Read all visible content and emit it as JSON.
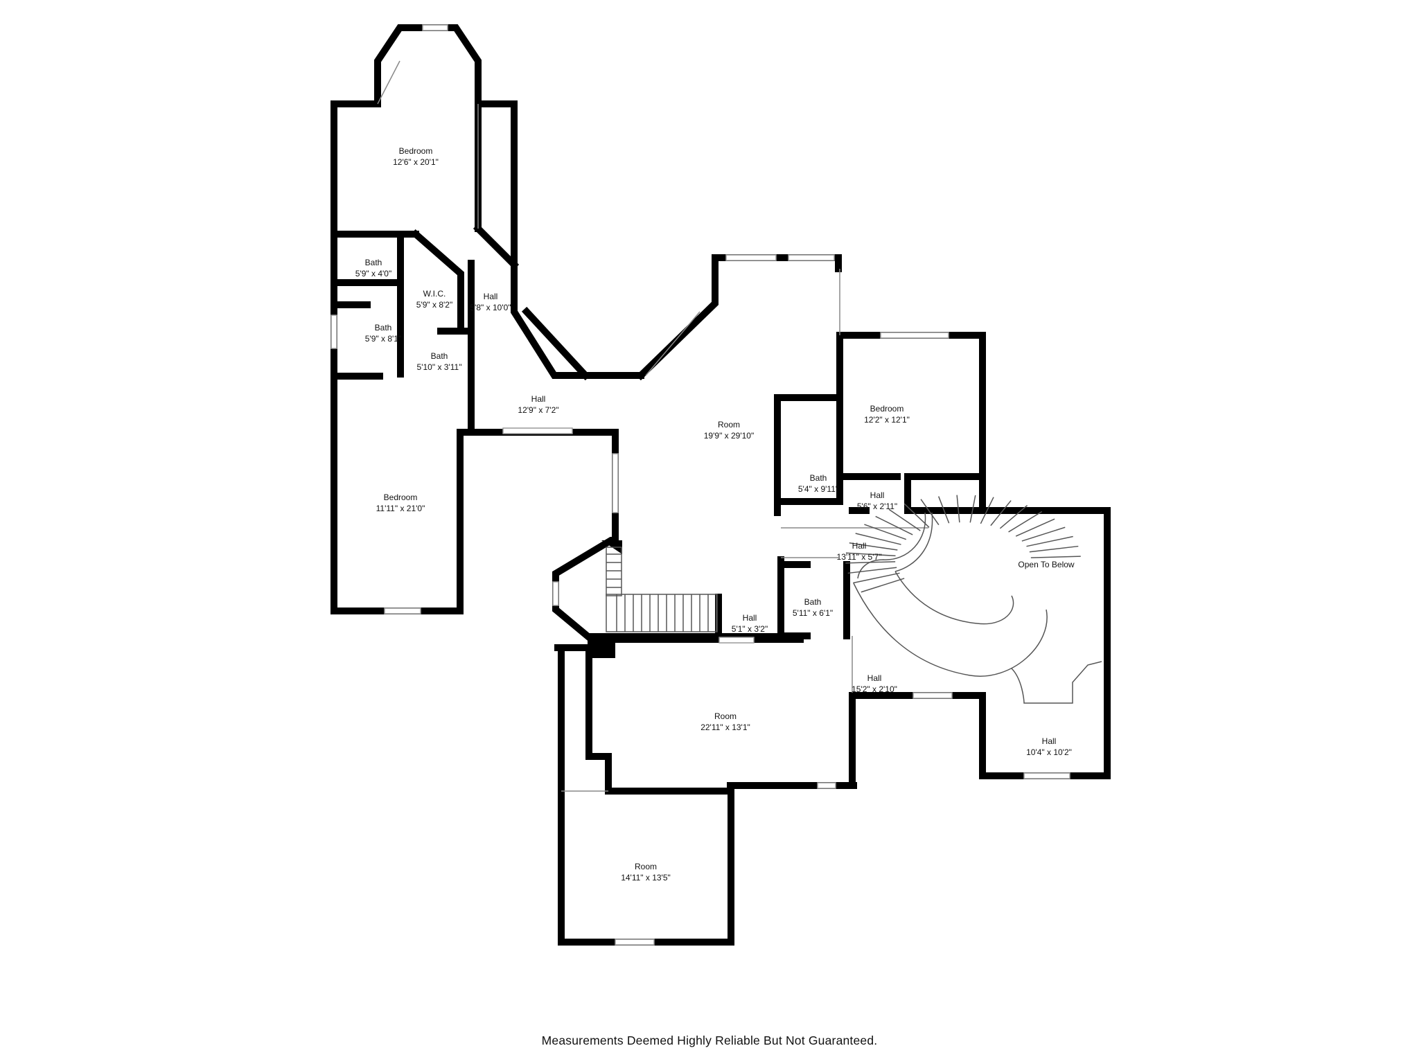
{
  "colors": {
    "wall": "#000000",
    "background": "#ffffff",
    "window": "#9a9a9a"
  },
  "rooms": [
    {
      "id": "bedroom-nw",
      "name": "Bedroom",
      "size": "12'6\" x 20'1\""
    },
    {
      "id": "bath-1",
      "name": "Bath",
      "size": "5'9\" x 4'0\""
    },
    {
      "id": "wic",
      "name": "W.I.C.",
      "size": "5'9\" x 8'2\""
    },
    {
      "id": "hall-1",
      "name": "Hall",
      "size": "5'8\" x 10'0\""
    },
    {
      "id": "bath-2",
      "name": "Bath",
      "size": "5'9\" x 8'1\""
    },
    {
      "id": "bath-3",
      "name": "Bath",
      "size": "5'10\" x 3'11\""
    },
    {
      "id": "hall-2",
      "name": "Hall",
      "size": "12'9\" x 7'2\""
    },
    {
      "id": "bedroom-w",
      "name": "Bedroom",
      "size": "11'11\" x 21'0\""
    },
    {
      "id": "room-main",
      "name": "Room",
      "size": "19'9\" x 29'10\""
    },
    {
      "id": "bedroom-e",
      "name": "Bedroom",
      "size": "12'2\" x 12'1\""
    },
    {
      "id": "bath-4",
      "name": "Bath",
      "size": "5'4\" x 9'11\""
    },
    {
      "id": "hall-3",
      "name": "Hall",
      "size": "5'6\" x 2'11\""
    },
    {
      "id": "hall-4",
      "name": "Hall",
      "size": "13'11\" x 5'7\""
    },
    {
      "id": "open-below",
      "name": "Open To Below",
      "size": ""
    },
    {
      "id": "bath-5",
      "name": "Bath",
      "size": "5'11\" x 6'1\""
    },
    {
      "id": "hall-5",
      "name": "Hall",
      "size": "5'1\" x 3'2\""
    },
    {
      "id": "hall-6",
      "name": "Hall",
      "size": "15'2\" x 2'10\""
    },
    {
      "id": "room-s",
      "name": "Room",
      "size": "22'11\" x 13'1\""
    },
    {
      "id": "hall-7",
      "name": "Hall",
      "size": "10'4\" x 10'2\""
    },
    {
      "id": "room-sw",
      "name": "Room",
      "size": "14'11\" x 13'5\""
    }
  ],
  "footer": {
    "disclaimer": "Measurements Deemed Highly Reliable But Not Guaranteed."
  }
}
